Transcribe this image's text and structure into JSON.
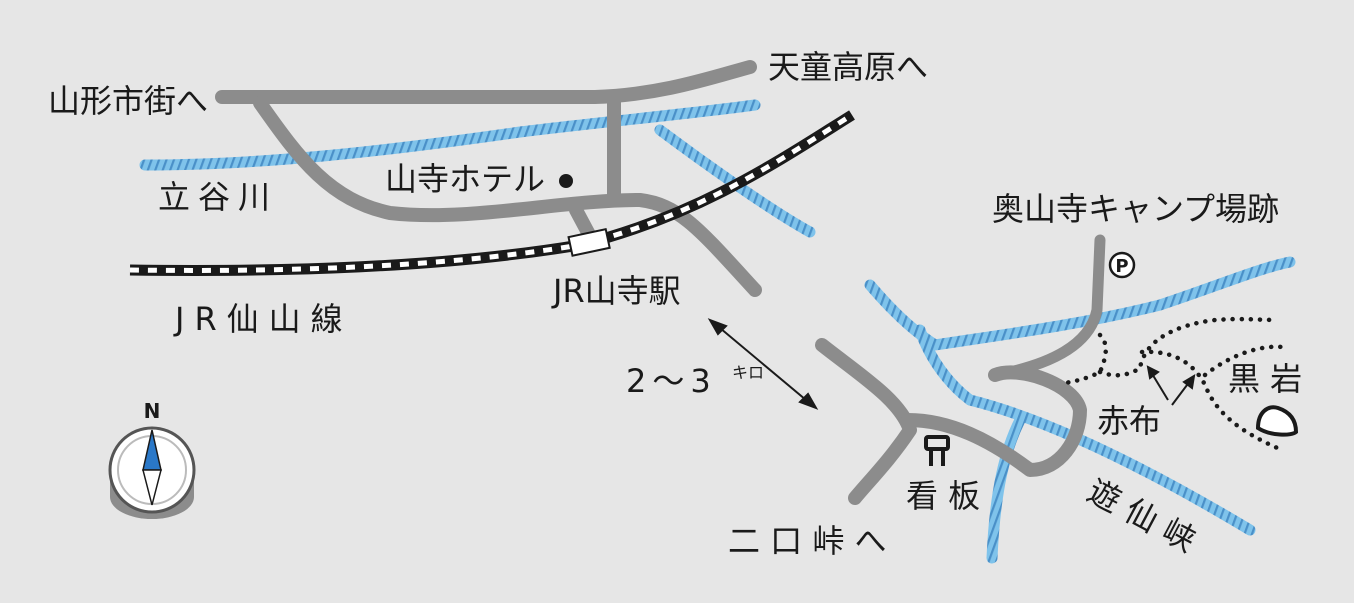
{
  "labels": {
    "yamagata": "山形市街へ",
    "tendo": "天童高原へ",
    "tachiya_river": "立谷川",
    "hotel": "山寺ホテル",
    "station": "JR山寺駅",
    "senzan_line": "JR仙山線",
    "distance_num": "2～3",
    "distance_unit": "キロ",
    "camp": "奥山寺キャンプ場跡",
    "parking": "P",
    "kuroiwa": "黒 岩",
    "akanuno": "赤布",
    "signboard": "看 板",
    "yusenkyo": "遊 仙 峡",
    "futakuchi": "二 口 峠 へ",
    "compass_north": "N"
  },
  "colors": {
    "background": "#e6e6e6",
    "road": "#8c8c8c",
    "river": "#7fc3eb",
    "river_stripe": "#4a90c8",
    "text": "#1a1a1a",
    "compass_blue": "#2a78c8"
  },
  "icons": [
    "parking-icon",
    "signboard-icon",
    "rock-icon",
    "compass-icon",
    "hotel-dot-icon",
    "station-icon"
  ]
}
